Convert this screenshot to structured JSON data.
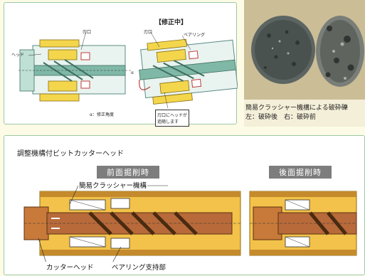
{
  "top_diagram": {
    "title": "【修正中】",
    "label_head": "ヘッド",
    "label_blade_left": "刃口",
    "label_blade_right": "刃口",
    "label_bearing": "ベアリング",
    "label_alpha": "α：修正角度",
    "label_note": "刃口にヘッドが\n追随します"
  },
  "photo": {
    "caption_line1": "簡易クラッシャー機構による破砕礫",
    "caption_line2": "左：破砕後　右：破砕前"
  },
  "bottom": {
    "title": "調整機構付ビットカッターヘッド",
    "tab_front": "前面掘削時",
    "tab_rear": "後面掘削時",
    "label_crusher": "簡易クラッシャー機構",
    "label_cutter_head": "カッターヘッド",
    "label_bearing_support": "ベアリング支持部"
  }
}
